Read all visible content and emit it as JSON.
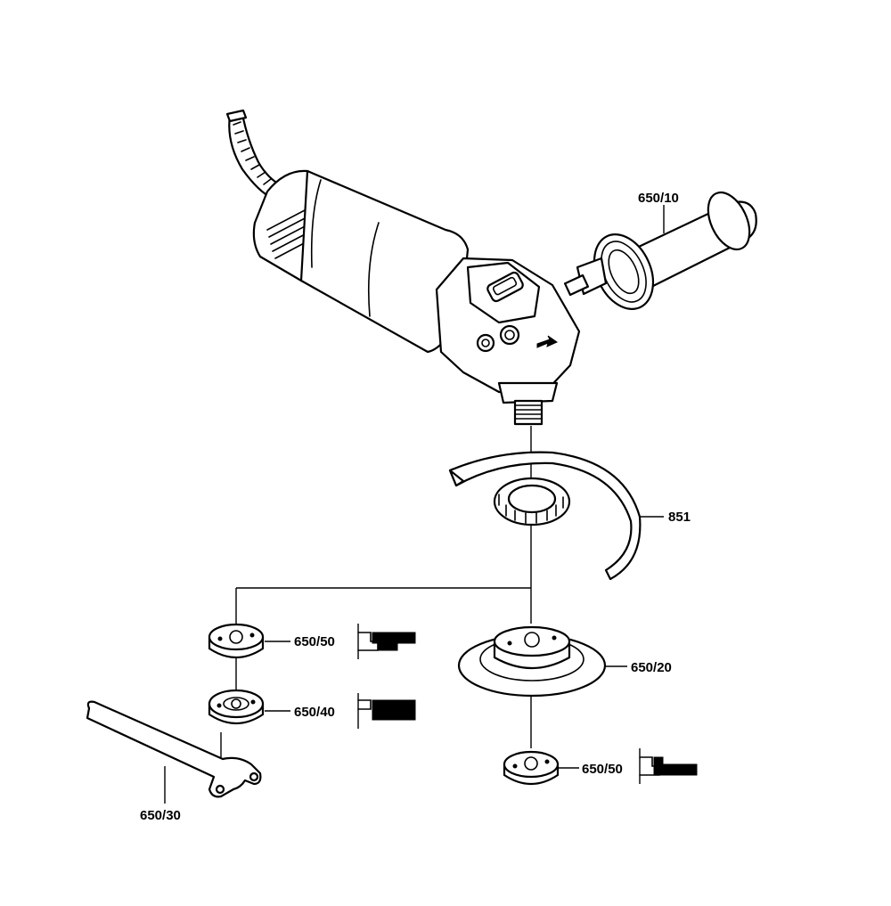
{
  "labels": {
    "aux_handle": "650/10",
    "guard": "851",
    "clamp_nut_top": "650/50",
    "backing_flange": "650/40",
    "spanner": "650/30",
    "backing_pad": "650/20",
    "clamp_nut_bottom": "650/50"
  }
}
